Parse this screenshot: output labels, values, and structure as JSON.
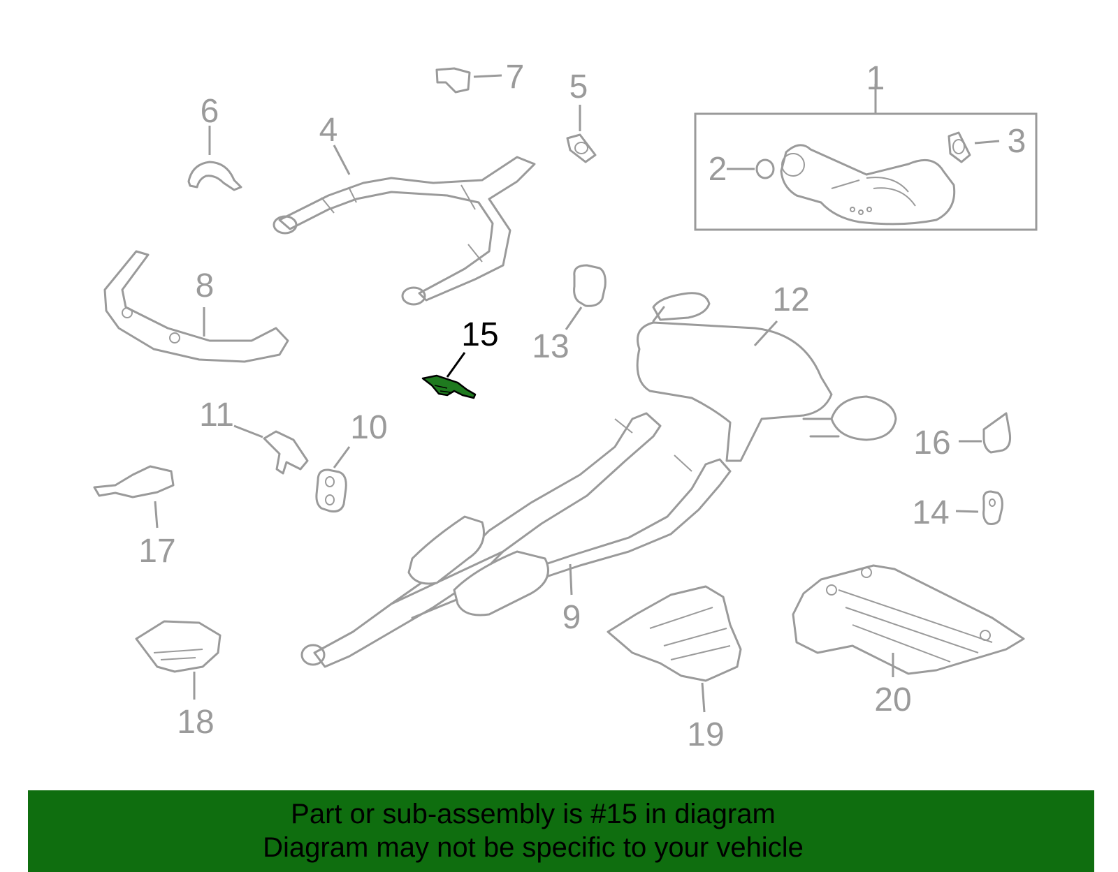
{
  "diagram": {
    "highlighted_part": "15",
    "callouts": [
      "1",
      "2",
      "3",
      "4",
      "5",
      "6",
      "7",
      "8",
      "9",
      "10",
      "11",
      "12",
      "13",
      "14",
      "15",
      "16",
      "17",
      "18",
      "19",
      "20"
    ],
    "colors": {
      "part_line": "#9a9a9a",
      "highlight_fill": "#1f7a1f",
      "banner": "#0f6e0f"
    }
  },
  "banner": {
    "line1": "Part or sub-assembly is #15 in diagram",
    "line2": "Diagram may not be specific to your vehicle"
  }
}
